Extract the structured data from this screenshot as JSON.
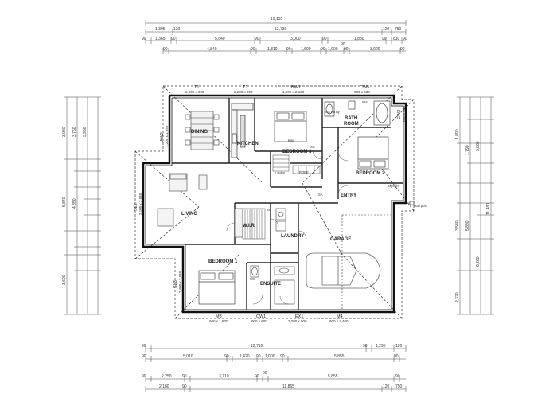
{
  "dimensions": {
    "top": {
      "overall": "15,135",
      "row2": [
        "1,395",
        "120",
        "12,730",
        "120",
        "750"
      ],
      "row3": [
        "90",
        "1,365",
        "90",
        "5,540",
        "90",
        "3,000",
        "90",
        "1,880",
        "90",
        "810",
        "90"
      ],
      "row4": [
        "90",
        "4,840",
        "90",
        "1,810",
        "90",
        "1,600",
        "90",
        "1,000",
        "90",
        "90",
        "3,020",
        "90"
      ]
    },
    "bottom": {
      "row1": [
        "90",
        "12,710",
        "90",
        "1,295",
        "120"
      ],
      "row2": [
        "90",
        "5,010",
        "90",
        "1,420",
        "90",
        "1,000",
        "90",
        "5,855",
        "90"
      ],
      "row3": [
        "90",
        "2,250",
        "90",
        "3,710",
        "90",
        "90",
        "5,855",
        "90"
      ],
      "row4": [
        "2,180",
        "90",
        "11,865",
        "120",
        "750"
      ]
    },
    "left_labels": [
      "3,980",
      "3,750",
      "5,840",
      "3,600",
      "4,850",
      "3,950"
    ],
    "right_labels": [
      "1,890",
      "1,790",
      "3,860",
      "3,580",
      "5,890",
      "6,260",
      "2,320",
      "11,480"
    ]
  },
  "rooms": {
    "dining": "DINING",
    "kitchen": "KITCHEN",
    "bedroom3": "BEDROOM 3",
    "bath": "BATH",
    "bath2": "ROOM",
    "bedroom2": "BEDROOM 2",
    "living": "LIVING",
    "wir": "W.I.R",
    "laundry": "LAUNDRY",
    "garage": "GARAGE",
    "entry": "ENTRY",
    "bedroom1": "BEDROOM 1",
    "ensuite": "ENSUITE",
    "linen": "LINEN",
    "robe": "ROBE"
  },
  "windows": {
    "t1a": {
      "tag": "T1",
      "size": "2,200 x 900"
    },
    "t1b": {
      "tag": "T1",
      "size": "2,200 x 900"
    },
    "bw1": {
      "tag": "BW1",
      "size": "1,200 x 2,100"
    },
    "cw5": {
      "tag": "CW5",
      "size": "900 x 600"
    },
    "aw2": {
      "tag": "AW2",
      "size": "1,200 x 1,050"
    },
    "cw2": {
      "tag": "CW2",
      "size": "600 x 600"
    },
    "sl2": {
      "tag": "SL2",
      "size": "2,100 x 2,040"
    },
    "sl3": {
      "tag": "SL3",
      "size": "2,400 x 2,040"
    },
    "m3": {
      "tag": "M3",
      "size": "600 x 1,800"
    },
    "cw1": {
      "tag": "CW1",
      "size": "900 x 600"
    },
    "ex1": {
      "tag": "EX1",
      "size": "2,200 x 900"
    },
    "m4": {
      "tag": "M4",
      "size": "900 x 2,400"
    }
  },
  "notes": {
    "sa1": "SA",
    "sa2": "SA",
    "sa3": "SA",
    "ws": "WS",
    "skylight": "Skylight",
    "mailpost": "Mail post",
    "ws_vanity": "WS vanity",
    "wc": "WC",
    "kingsize": "King"
  }
}
